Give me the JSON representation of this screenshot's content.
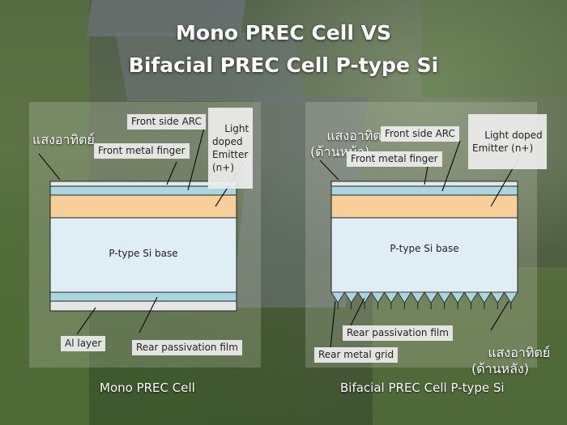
{
  "title": {
    "line1": "Mono PREC Cell VS",
    "line2": "Bifacial PREC Cell P-type Si"
  },
  "colors": {
    "base": "#dfeef5",
    "emitter": "#f7cf98",
    "arc": "#a9d7df",
    "metal": "#e6e6e6",
    "passivation": "#a9d7df",
    "al_layer": "#e6e6e6",
    "grid_teeth": "#a9d7df"
  },
  "mono": {
    "caption": "Mono PREC Cell",
    "sunlight": "แสงอาทิตย์",
    "labels": {
      "front_arc": "Front side ARC",
      "front_metal": "Front metal finger",
      "emitter": "Light\ndoped\nEmitter\n(n+)",
      "base": "P-type Si base",
      "al_layer": "Al layer",
      "rear_passivation": "Rear passivation film"
    }
  },
  "bifacial": {
    "caption": "Bifacial PREC Cell P-type Si",
    "sunlight_front": "แสงอาทิตย์\n(ด้านหน้า)",
    "sunlight_rear": "แสงอาทิตย์\n(ด้านหลัง)",
    "labels": {
      "front_arc": "Front side ARC",
      "front_metal": "Front metal finger",
      "emitter": "Light doped\nEmitter (n+)",
      "base": "P-type Si base",
      "rear_passivation": "Rear passivation film",
      "rear_grid": "Rear metal grid"
    }
  }
}
